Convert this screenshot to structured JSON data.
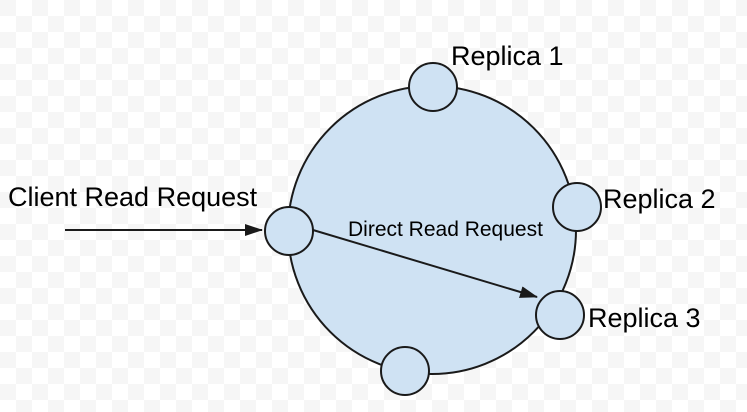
{
  "diagram": {
    "nodes": {
      "replica_1": "Replica 1",
      "replica_2": "Replica 2",
      "replica_3": "Replica 3"
    },
    "arrows": {
      "client_read_request": "Client Read Request",
      "direct_read_request": "Direct Read Request"
    },
    "colors": {
      "shape_fill": "#cfe2f3",
      "shape_stroke": "#1a1a1a",
      "text": "#000000",
      "checker_white": "#ffffff",
      "checker_gray": "#f6f6f6"
    }
  }
}
